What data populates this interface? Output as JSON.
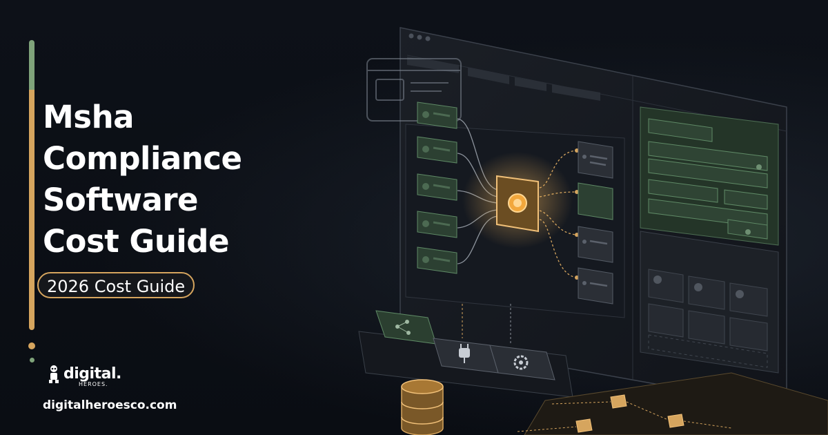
{
  "title_lines": [
    "Msha",
    "Compliance",
    "Software",
    "Cost Guide"
  ],
  "subtitle_pill": "2026 Cost Guide",
  "brand": {
    "logo_text": "digital.",
    "logo_subtext": "HEROES.",
    "url": "digitalheroesco.com"
  },
  "colors": {
    "background": "#0c0f16",
    "accent_orange": "#d6a55e",
    "accent_green": "#7fa37a",
    "text": "#ffffff"
  },
  "icons": [
    "share-icon",
    "plug-icon",
    "gear-icon",
    "database-icon",
    "chip-icon"
  ]
}
